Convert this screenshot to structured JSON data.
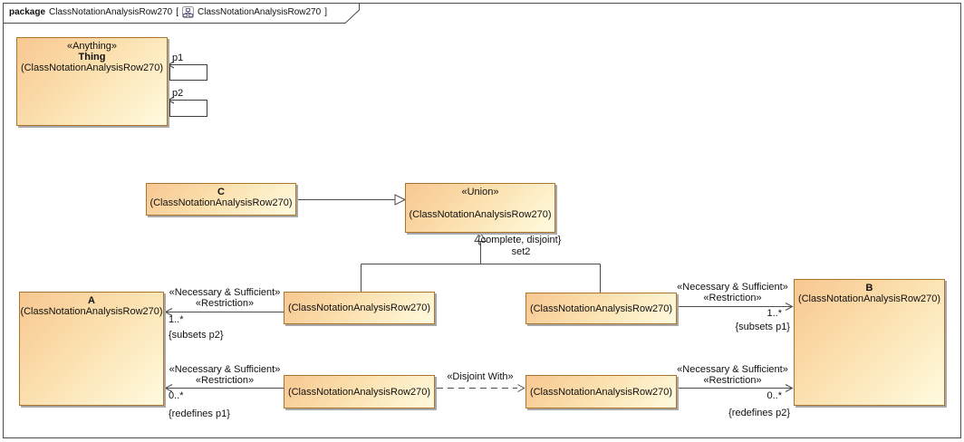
{
  "header": {
    "kind": "package",
    "package_name": "ClassNotationAnalysisRow270",
    "bracket_open": "[",
    "diagram_name": "ClassNotationAnalysisRow270",
    "bracket_close": "]"
  },
  "classes": {
    "thing": {
      "stereotype": "«Anything»",
      "name": "Thing",
      "qualifier": "(ClassNotationAnalysisRow270)"
    },
    "c": {
      "name": "C",
      "qualifier": "(ClassNotationAnalysisRow270)"
    },
    "union": {
      "stereotype": "«Union»",
      "qualifier": "(ClassNotationAnalysisRow270)"
    },
    "mid_upper_left": {
      "qualifier": "(ClassNotationAnalysisRow270)"
    },
    "mid_upper_right": {
      "qualifier": "(ClassNotationAnalysisRow270)"
    },
    "mid_lower_left": {
      "qualifier": "(ClassNotationAnalysisRow270)"
    },
    "mid_lower_right": {
      "qualifier": "(ClassNotationAnalysisRow270)"
    },
    "a": {
      "name": "A",
      "qualifier": "(ClassNotationAnalysisRow270)"
    },
    "b": {
      "name": "B",
      "qualifier": "(ClassNotationAnalysisRow270)"
    }
  },
  "properties": {
    "p1": "p1",
    "p2": "p2"
  },
  "generalization_set": {
    "constraint": "{complete, disjoint}",
    "name": "set2"
  },
  "associations": {
    "upper_left": {
      "stereotypes": [
        "«Necessary & Sufficient»",
        "«Restriction»"
      ],
      "multiplicity": "1..*",
      "constraint": "{subsets p2}"
    },
    "lower_left": {
      "stereotypes": [
        "«Necessary & Sufficient»",
        "«Restriction»"
      ],
      "multiplicity": "0..*",
      "constraint": "{redefines p1}"
    },
    "upper_right": {
      "stereotypes": [
        "«Necessary & Sufficient»",
        "«Restriction»"
      ],
      "multiplicity": "1..*",
      "constraint": "{subsets p1}"
    },
    "lower_right": {
      "stereotypes": [
        "«Necessary & Sufficient»",
        "«Restriction»"
      ],
      "multiplicity": "0..*",
      "constraint": "{redefines p2}"
    },
    "disjoint": {
      "stereotype": "«Disjoint With»"
    }
  },
  "colors": {
    "box_border": "#AD742E",
    "box_grad_start": "#F8C791",
    "box_grad_end": "#FFFBDF",
    "shadow": "#A8A8A8",
    "line": "#4C4C4C",
    "frame": "#4A4A4A"
  }
}
